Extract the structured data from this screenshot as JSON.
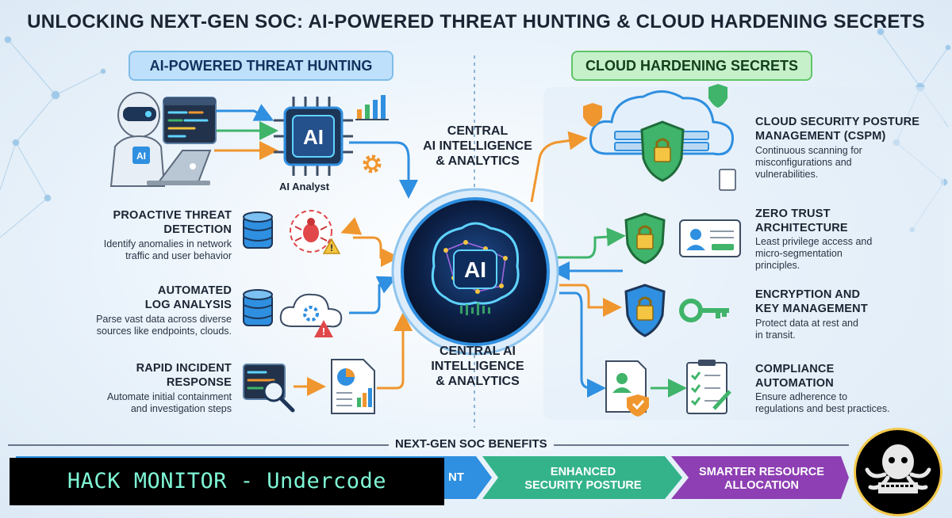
{
  "title": "UNLOCKING NEXT-GEN SOC: AI-POWERED THREAT HUNTING & CLOUD HARDENING SECRETS",
  "left_header": "AI-POWERED THREAT HUNTING",
  "right_header": "CLOUD HARDENING SECRETS",
  "ai_chip_label": "AI",
  "ai_analyst_label": "AI Analyst",
  "robot_badge": "AI",
  "brain_label": "AI",
  "center_top": "CENTRAL\nAI INTELLIGENCE\n& ANALYTICS",
  "center_bottom": "CENTRAL AI\nINTELLIGENCE\n& ANALYTICS",
  "left_features": [
    {
      "title_1": "PROACTIVE THREAT",
      "title_2": "DETECTION",
      "desc_1": "Identify anomalies in network",
      "desc_2": "traffic and user behavior"
    },
    {
      "title_1": "AUTOMATED",
      "title_2": "LOG ANALYSIS",
      "desc_1": "Parse vast data across diverse",
      "desc_2": "sources like endpoints, clouds."
    },
    {
      "title_1": "RAPID INCIDENT",
      "title_2": "RESPONSE",
      "desc_1": "Automate initial containment",
      "desc_2": "and investigation steps"
    }
  ],
  "right_features": [
    {
      "title_1": "CLOUD SECURITY POSTURE",
      "title_2": "MANAGEMENT (CSPM)",
      "desc_1": "Continuous scanning for",
      "desc_2": "misconfigurations and",
      "desc_3": "vulnerabilities."
    },
    {
      "title_1": "ZERO TRUST",
      "title_2": "ARCHITECTURE",
      "desc_1": "Least privilege access and",
      "desc_2": "micro-segmentation",
      "desc_3": "principles."
    },
    {
      "title_1": "ENCRYPTION AND",
      "title_2": "KEY MANAGEMENT",
      "desc_1": "Protect data at rest and",
      "desc_2": "in transit.",
      "desc_3": ""
    },
    {
      "title_1": "COMPLIANCE",
      "title_2": "AUTOMATION",
      "desc_1": "Ensure adherence to",
      "desc_2": "regulations and best practices.",
      "desc_3": ""
    }
  ],
  "benefits_label": "NEXT-GEN SOC BENEFITS",
  "benefits": [
    {
      "text_1": "NT",
      "text_2": ""
    },
    {
      "text_1": "ENHANCED",
      "text_2": "SECURITY POSTURE"
    },
    {
      "text_1": "SMARTER RESOURCE",
      "text_2": "ALLOCATION"
    }
  ],
  "watermark": "HACK MONITOR - Undercode",
  "colors": {
    "blue_accent": "#2f8fe0",
    "green_accent": "#3fb46a",
    "orange_arrow": "#f0962e",
    "purple_chevron": "#8e3fb3",
    "teal_chevron": "#34b38a",
    "blue_chevron": "#2f8fe0",
    "watermark_text": "#7ff7d6"
  }
}
